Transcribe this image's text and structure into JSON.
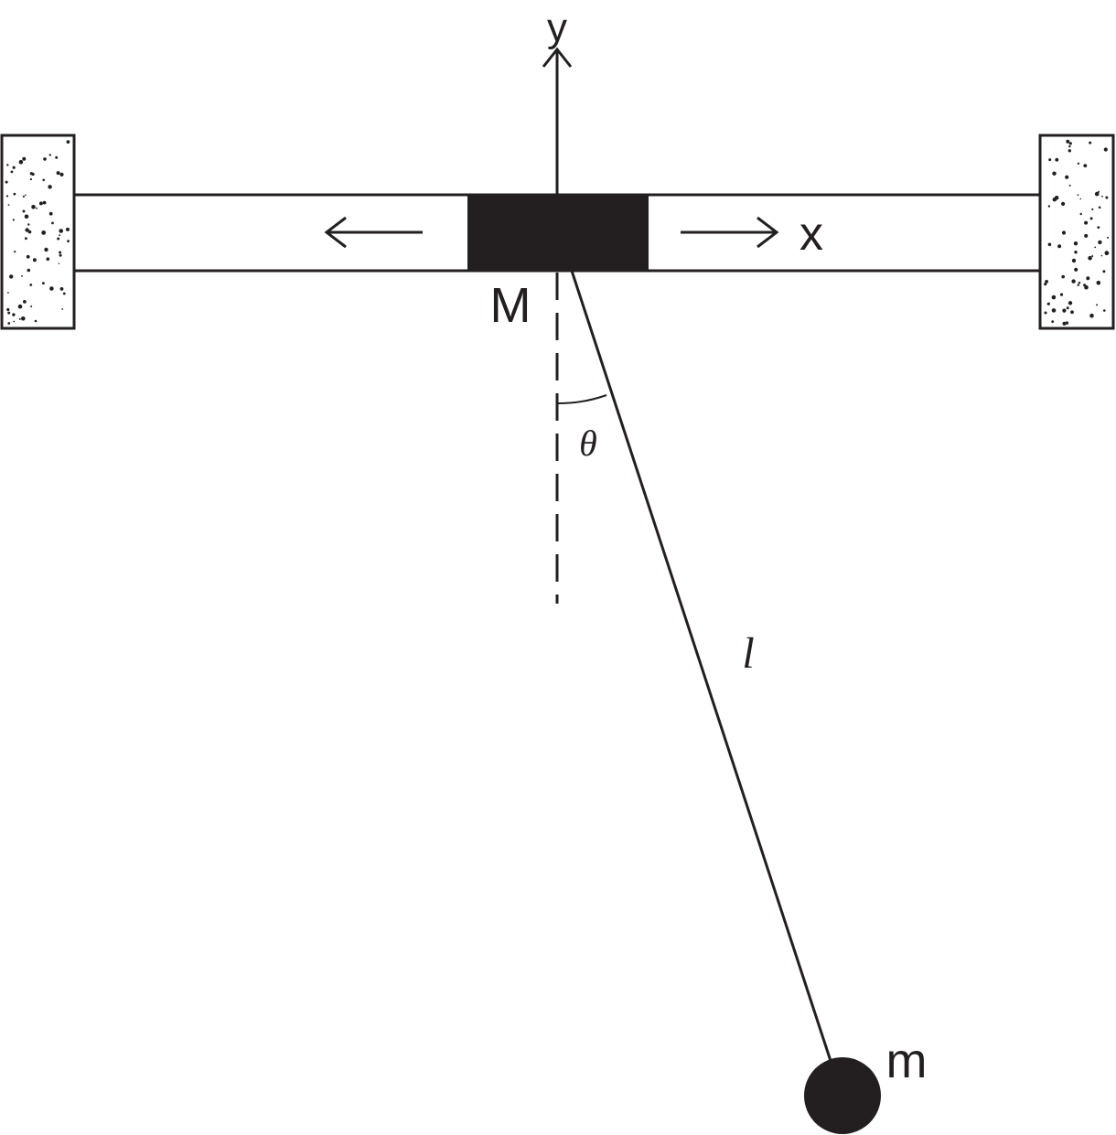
{
  "labels": {
    "y_axis": "y",
    "x_axis": "x",
    "slider_mass": "M",
    "angle": "θ",
    "length": "l",
    "bob_mass": "m"
  },
  "colors": {
    "ink": "#231f20",
    "block": "#231f20",
    "background": "#ffffff"
  }
}
